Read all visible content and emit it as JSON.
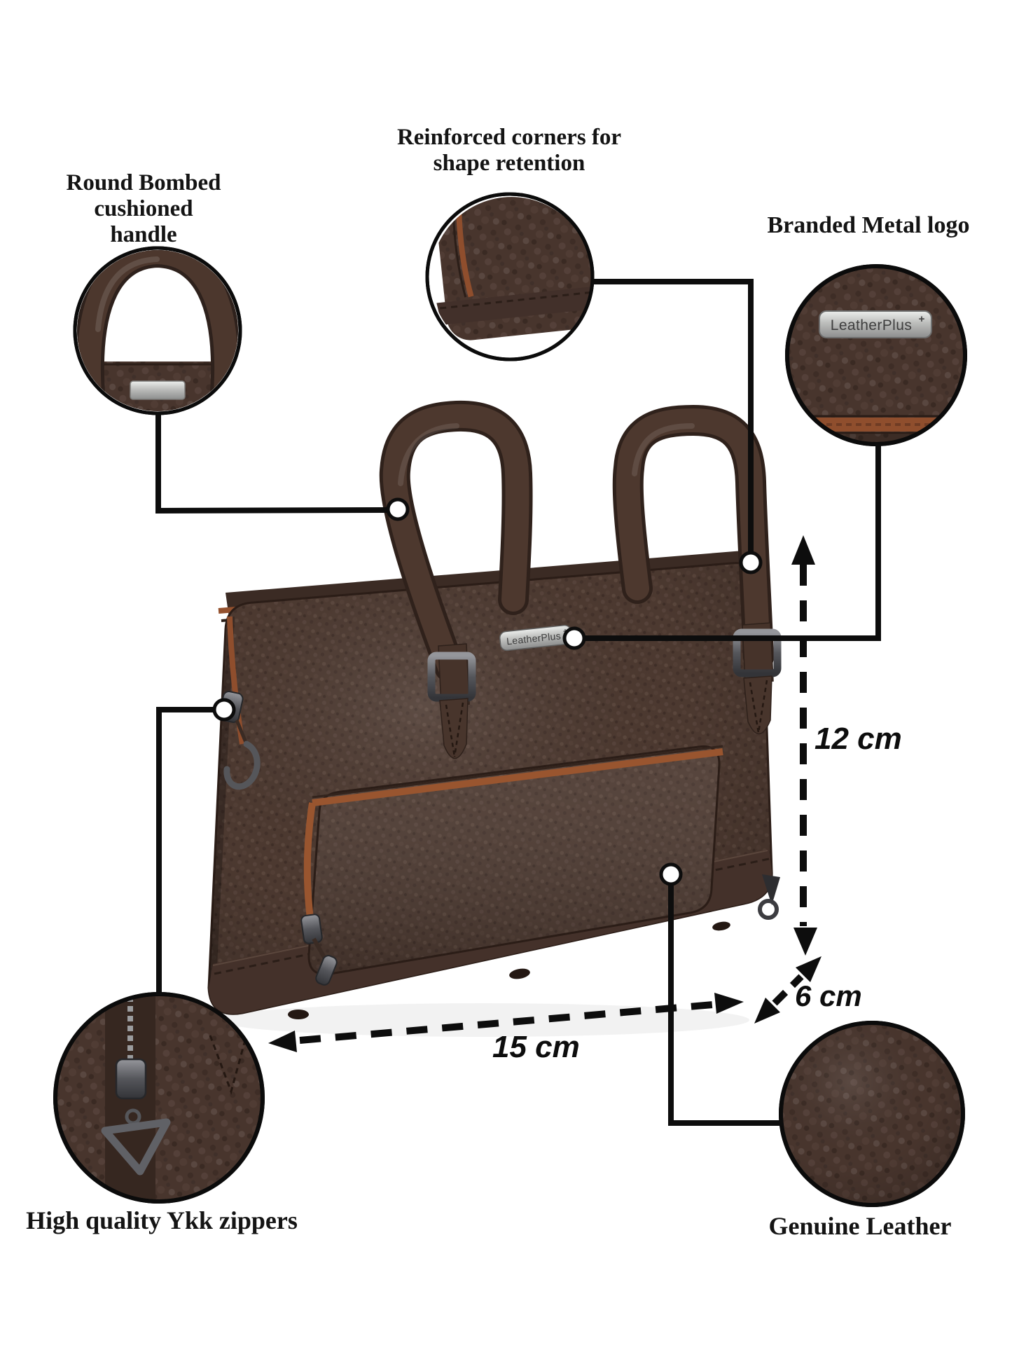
{
  "page": {
    "background": "#ffffff",
    "type": "product-feature-diagram"
  },
  "callouts": {
    "handle": {
      "line1": "Round Bombed cushioned",
      "line2": "handle"
    },
    "corners": {
      "line1": "Reinforced corners for",
      "line2": "shape retention"
    },
    "metal_logo": {
      "label": "Branded Metal logo"
    },
    "zippers": {
      "label": "High quality Ykk zippers"
    },
    "leather": {
      "label": "Genuine Leather"
    }
  },
  "dimensions": {
    "height": "12 cm",
    "depth": "6 cm",
    "width": "15 cm"
  },
  "brand": {
    "bag_plate": "LeatherPlus",
    "callout_plate": "LeatherPlus",
    "plus_mark": "+"
  },
  "icons": {
    "logo_mark": "pinwheel-plus-mark"
  },
  "colors": {
    "leather": "#4c3930",
    "leather_dark": "#32231d",
    "zipper_tan": "#8f4e2d",
    "metal_gun": "#6d6e73",
    "metal_silver": "#c9c9c7",
    "annotation": "#0d0d0d"
  }
}
